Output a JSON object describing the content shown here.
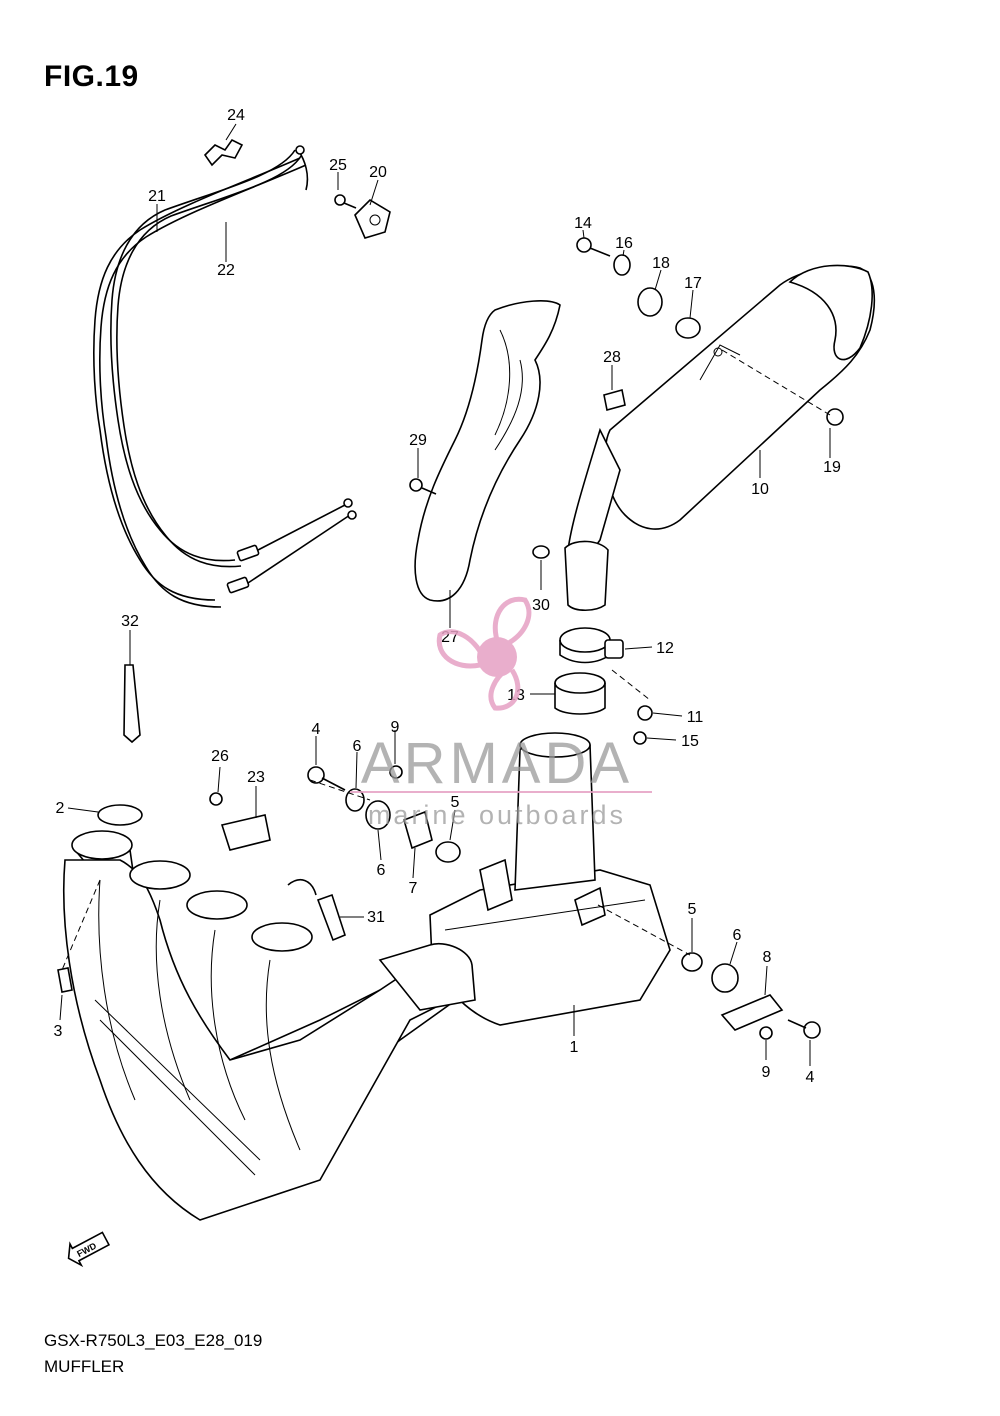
{
  "figure": {
    "title": "FIG.19",
    "code": "GSX-R750L3_E03_E28_019",
    "name": "MUFFLER"
  },
  "fwd_label": "FWD",
  "watermark": {
    "brand": "ARMADA",
    "tagline": "marine outboards",
    "accent_color": "#e6a1c4"
  },
  "callouts": [
    "24",
    "25",
    "20",
    "21",
    "22",
    "14",
    "16",
    "18",
    "17",
    "28",
    "29",
    "19",
    "10",
    "30",
    "32",
    "27",
    "12",
    "13",
    "11",
    "15",
    "4",
    "9",
    "6",
    "26",
    "23",
    "2",
    "5",
    "6",
    "7",
    "31",
    "5",
    "6",
    "8",
    "3",
    "1",
    "9",
    "4"
  ]
}
